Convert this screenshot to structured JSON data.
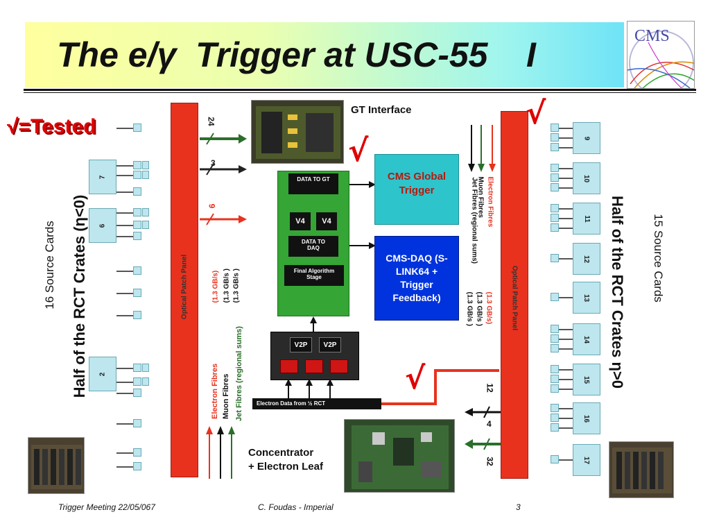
{
  "slide": {
    "title": "The e/γ  Trigger at USC-55    I",
    "legend_tested": "√=Tested",
    "check_mark": "√",
    "logo_text": "CMS",
    "left_side_label": "16 Source Cards",
    "right_side_label": "15 Source Cards",
    "left_crates_label": "Half of the RCT Crates (η<0)",
    "right_crates_label": "Half of the RCT Crates η>0",
    "gt_interface_label": "GT Interface",
    "concentrator_label_line1": "Concentrator",
    "concentrator_label_line2": "+ Electron Leaf"
  },
  "diagram": {
    "optical_patch_panel": "Optical Patch Panel",
    "data_to_gt": "DATA TO GT",
    "v4": "V4",
    "data_to_daq": "DATA TO DAQ",
    "final_algorithm_stage": "Final Algorithm Stage",
    "v2p": "V2P",
    "cms_global_trigger": "CMS Global Trigger",
    "cms_daq": "CMS-DAQ (S-LINK64 + Trigger Feedback)",
    "electron_data_label": "Electron Data from ½ RCT",
    "left_fibres": {
      "electron": "Electron Fibres",
      "muon": "Muon Fibres",
      "jet": "Jet Fibres (regional sums)"
    },
    "left_rates": [
      "(1.3 GB/s)",
      "(1.3 GB/s )",
      "(1.3 GB/s )"
    ],
    "right_fibres": {
      "electron": "Electron Fibres",
      "muon": "Muon Fibres",
      "jet": "Jet Fibres (regional sums)"
    },
    "right_rates": [
      "(1.3 GB/s)",
      "(1.3 GB/s )",
      "(1.3 GB/s )"
    ],
    "left_counts": [
      "24",
      "3",
      "9"
    ],
    "right_counts": [
      "12",
      "4",
      "32"
    ],
    "left_crates": [
      "7",
      "6",
      "2"
    ],
    "right_crates": [
      "9",
      "10",
      "11",
      "12",
      "13",
      "14",
      "15",
      "16",
      "17"
    ]
  },
  "footer": {
    "meeting": "Trigger Meeting 22/05/067",
    "author": "C. Foudas - Imperial",
    "page": "3"
  },
  "colors": {
    "red_panel": "#e8321e",
    "green_box": "#35a535",
    "cyan_box": "#2ec4cc",
    "blue_box": "#0033dd",
    "check_red": "#e00000"
  }
}
